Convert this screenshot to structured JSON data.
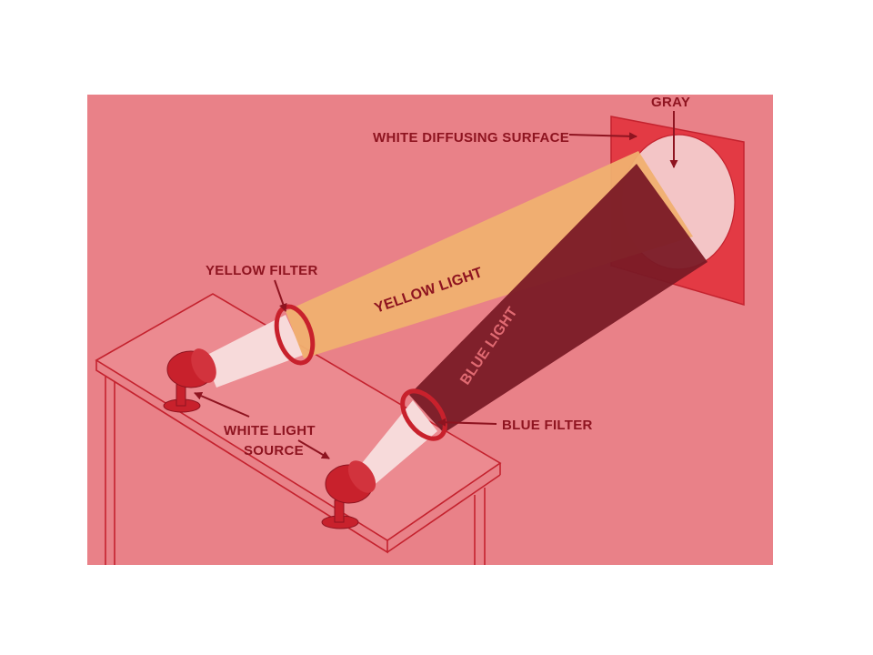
{
  "labels": {
    "gray": "GRAY",
    "white_diffusing_surface": "WHITE DIFFUSING SURFACE",
    "yellow_filter": "YELLOW FILTER",
    "yellow_light": "YELLOW LIGHT",
    "blue_light": "BLUE LIGHT",
    "blue_filter": "BLUE FILTER",
    "white_light_line1": "WHITE LIGHT",
    "white_light_line2": "SOURCE"
  },
  "colors": {
    "background": "#e98188",
    "line": "#c4222e",
    "label": "#8e1420",
    "yellow_beam": "#f0b070",
    "blue_beam": "#7a1a26",
    "lamp": "#c8212c",
    "surface": "#e33a44"
  }
}
